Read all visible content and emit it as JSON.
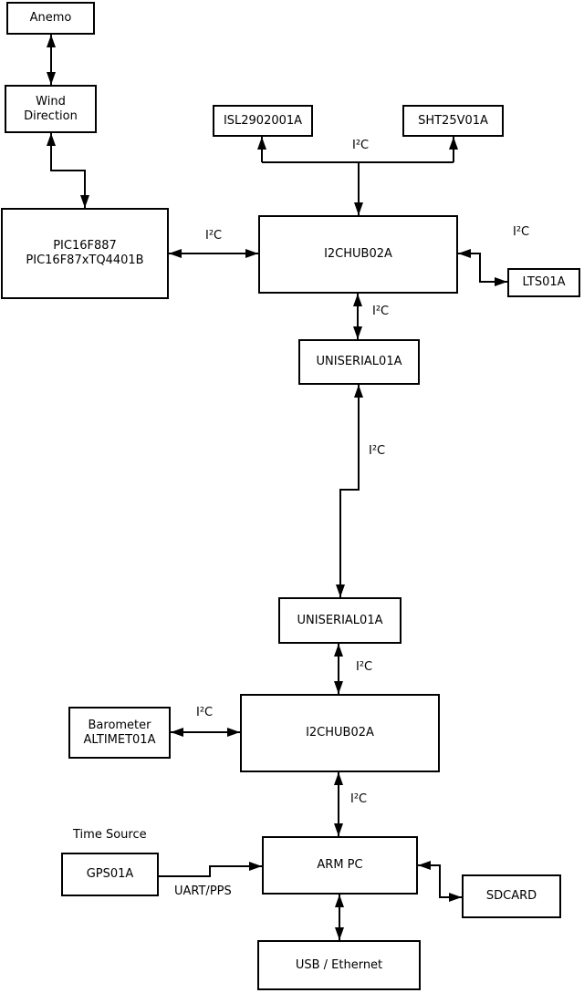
{
  "diagram": {
    "background": "#ffffff",
    "line_color": "#000000",
    "nodes": {
      "anemo": {
        "label": "Anemo"
      },
      "wind_direction": {
        "line1": "Wind",
        "line2": "Direction"
      },
      "pic": {
        "line1": "PIC16F887",
        "line2": "PIC16F87xTQ4401B"
      },
      "isl": {
        "label": "ISL2902001A"
      },
      "sht": {
        "label": "SHT25V01A"
      },
      "hub_top": {
        "label": "I2CHUB02A"
      },
      "lts": {
        "label": "LTS01A"
      },
      "uniserial_top": {
        "label": "UNISERIAL01A"
      },
      "uniserial_bottom": {
        "label": "UNISERIAL01A"
      },
      "hub_bottom": {
        "label": "I2CHUB02A"
      },
      "barometer": {
        "line1": "Barometer",
        "line2": "ALTIMET01A"
      },
      "gps": {
        "label": "GPS01A"
      },
      "arm_pc": {
        "label": "ARM PC"
      },
      "sdcard": {
        "label": "SDCARD"
      },
      "usb_ethernet": {
        "label": "USB / Ethernet"
      }
    },
    "edge_labels": {
      "i2c_sensors_top": "I²C",
      "i2c_pic_hub": "I²C",
      "i2c_hub_lts": "I²C",
      "i2c_hub_uniserial": "I²C",
      "i2c_uniserial_link": "I²C",
      "i2c_uniserial_hub2": "I²C",
      "i2c_barometer": "I²C",
      "i2c_hub2_armpc": "I²C",
      "time_source": "Time Source",
      "uart_pps": "UART/PPS"
    }
  }
}
